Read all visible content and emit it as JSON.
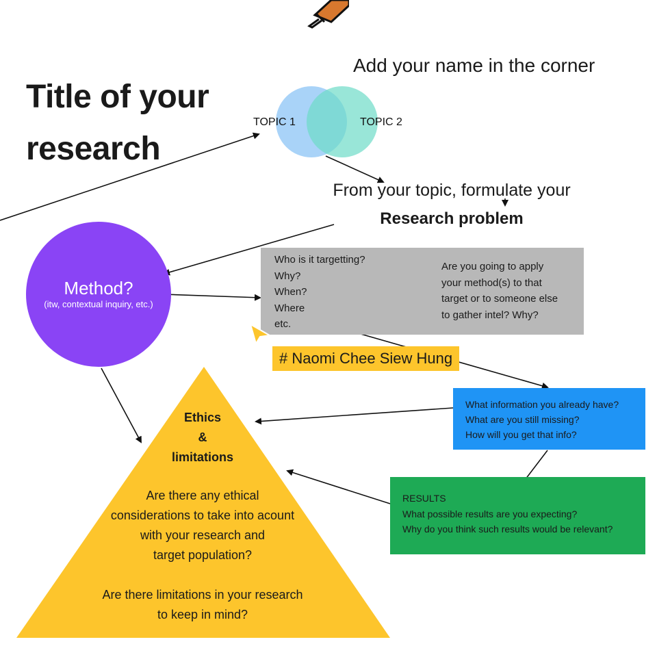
{
  "board": {
    "title": "Title of your research",
    "name_hint": "Add your name in the corner"
  },
  "venn": {
    "topic1": "TOPIC 1",
    "topic2": "TOPIC 2",
    "colors": {
      "left": "#8cc4f5",
      "right": "#6edcc8"
    }
  },
  "problem": {
    "line1": "From your topic, formulate your",
    "line2": "Research problem"
  },
  "method": {
    "title": "Method?",
    "subtitle": "(itw, contextual inquiry, etc.)",
    "color": "#8a44f5"
  },
  "target_box": {
    "questions": [
      "Who is it targetting?",
      "Why?",
      "When?",
      "Where",
      "etc."
    ],
    "apply_lines": [
      "Are you going to apply",
      "your method(s) to that",
      "target or to someone else",
      "to gather intel? Why?"
    ],
    "color": "#b8b8b8"
  },
  "name_tag": {
    "text": "# Naomi Chee Siew Hung",
    "color": "#fdc52c"
  },
  "info_box": {
    "lines": [
      "What information you already have?",
      "What are you still missing?",
      "How will you get that info?"
    ],
    "color": "#1f94f5"
  },
  "results_box": {
    "lines": [
      "RESULTS",
      "What possible results are you expecting?",
      "Why do you think such results would be relevant?"
    ],
    "color": "#1eaa55"
  },
  "ethics": {
    "title_lines": [
      "Ethics",
      "&",
      "limitations"
    ],
    "question1_lines": [
      "Are there any ethical",
      "considerations to take into acount",
      "with your research and",
      "target population?"
    ],
    "question2_lines": [
      "Are there limitations in your research",
      "to keep in mind?"
    ],
    "color": "#fdc52c"
  },
  "icons": {
    "cursor": "cursor-arrow-icon",
    "pushpin": "pushpin-icon"
  }
}
